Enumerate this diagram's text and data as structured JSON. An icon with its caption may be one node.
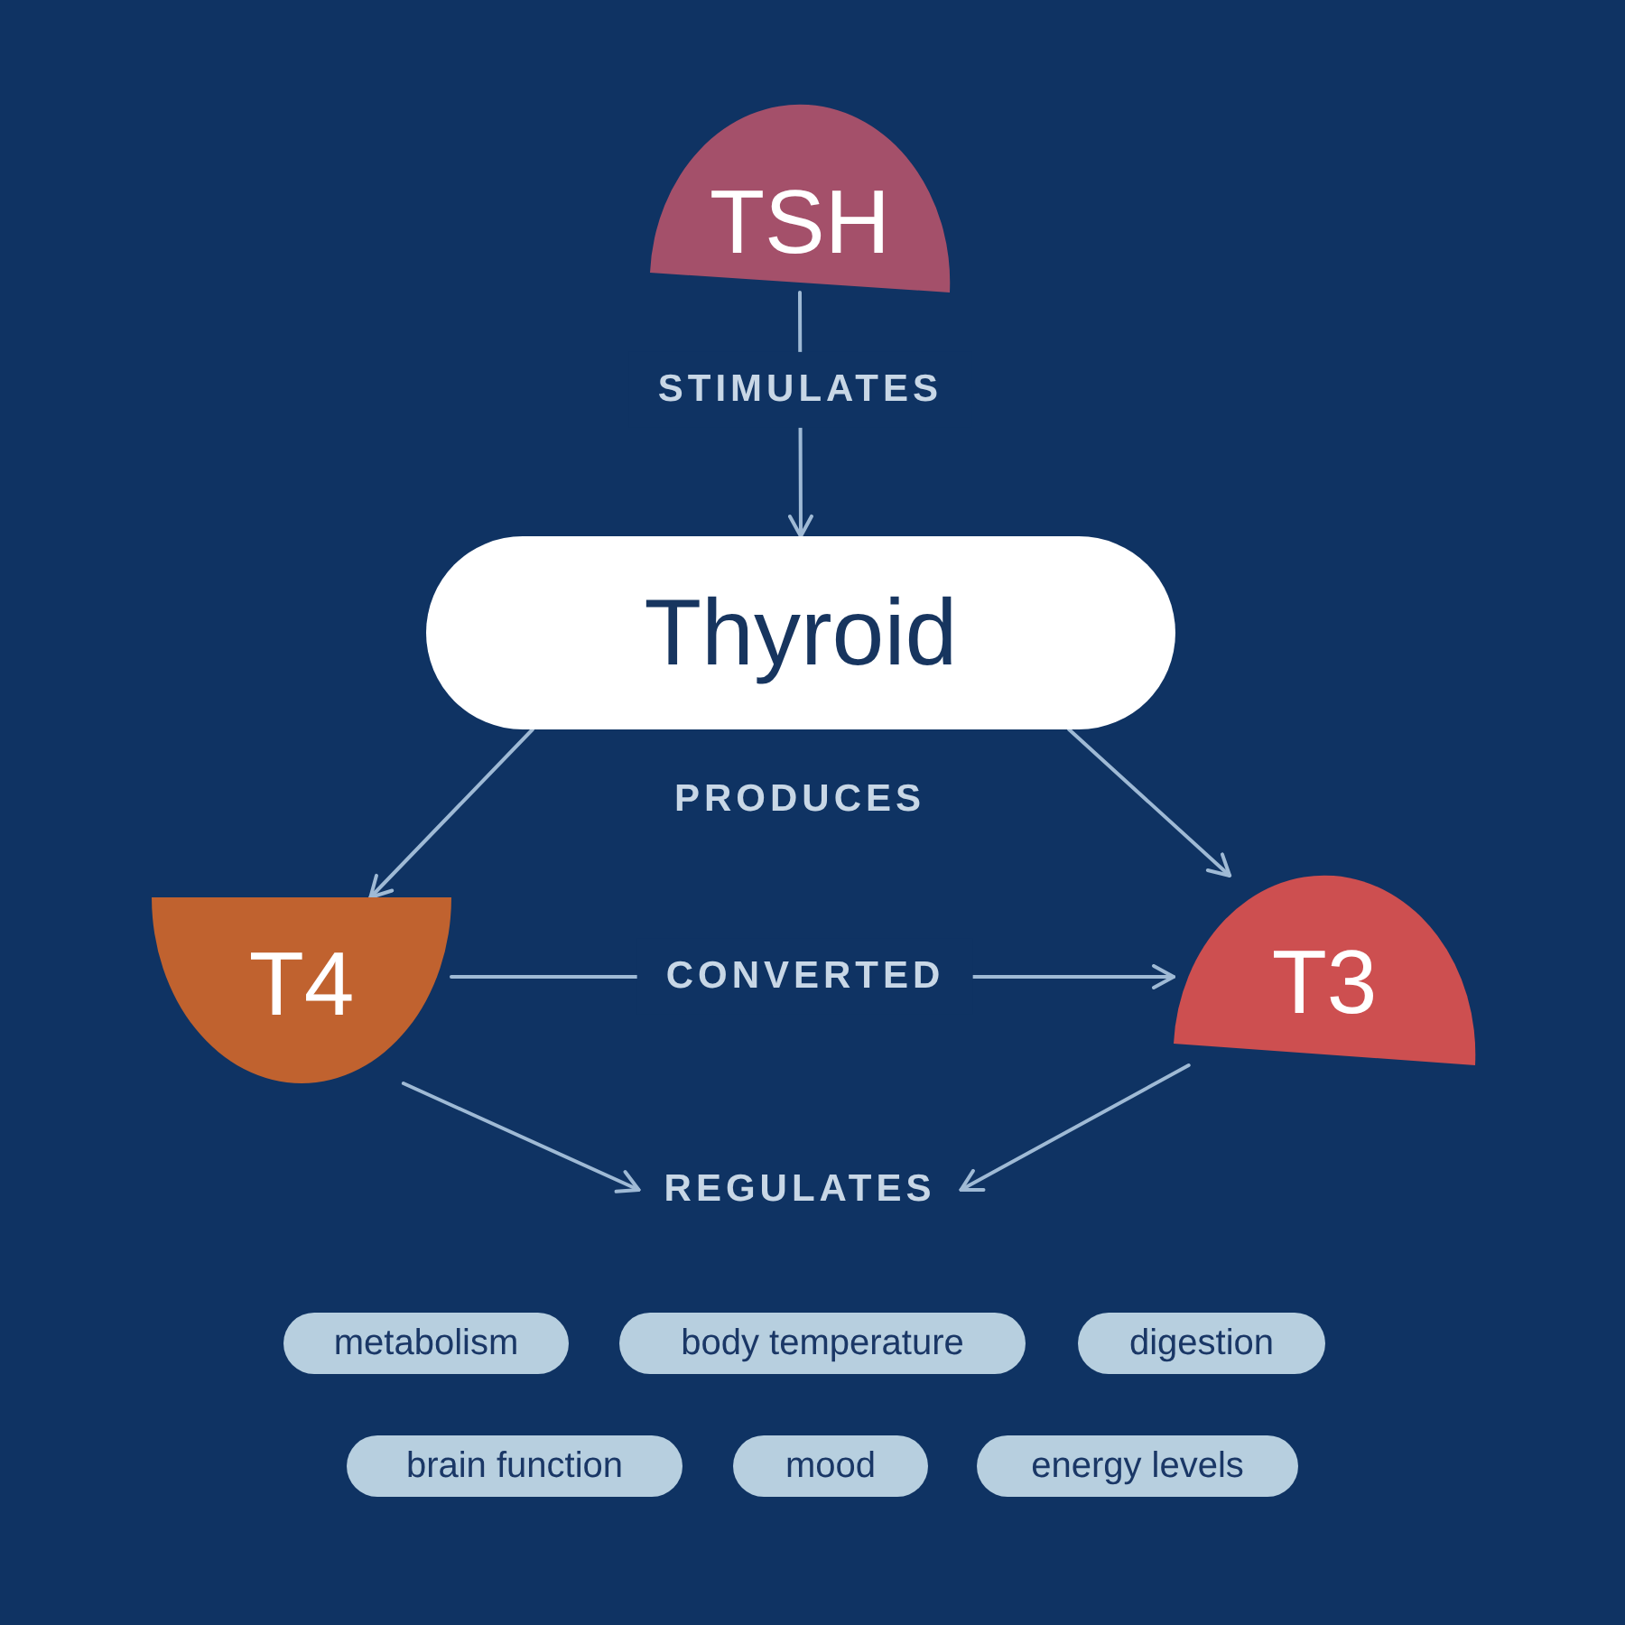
{
  "diagram": {
    "nodes": [
      {
        "text": [
          "TSH"
        ]
      },
      {
        "text": [
          "Thyroid"
        ]
      },
      {
        "text": [
          "T4"
        ]
      },
      {
        "text": [
          "T3"
        ]
      },
      {
        "text": [
          "REGULATES"
        ]
      },
      {
        "text": [
          "metabolism"
        ]
      },
      {
        "text": [
          "body temperature"
        ]
      },
      {
        "text": [
          "digestion"
        ]
      },
      {
        "text": [
          "brain function"
        ]
      },
      {
        "text": [
          "mood"
        ]
      },
      {
        "text": [
          "energy levels"
        ]
      }
    ],
    "edges": [
      {
        "from": 0,
        "to": 1,
        "arrow": "to",
        "label": "STIMULATES"
      },
      {
        "from": 1,
        "to": 2,
        "arrow": "to"
      },
      {
        "from": 1,
        "to": 3,
        "arrow": "to"
      },
      {
        "from": 2,
        "to": 3,
        "arrow": "to",
        "label": "CONVERTED"
      },
      {
        "from": 2,
        "to": 4,
        "arrow": "to"
      },
      {
        "from": 3,
        "to": 4,
        "arrow": "to"
      }
    ],
    "labels": [
      "PRODUCES"
    ]
  }
}
